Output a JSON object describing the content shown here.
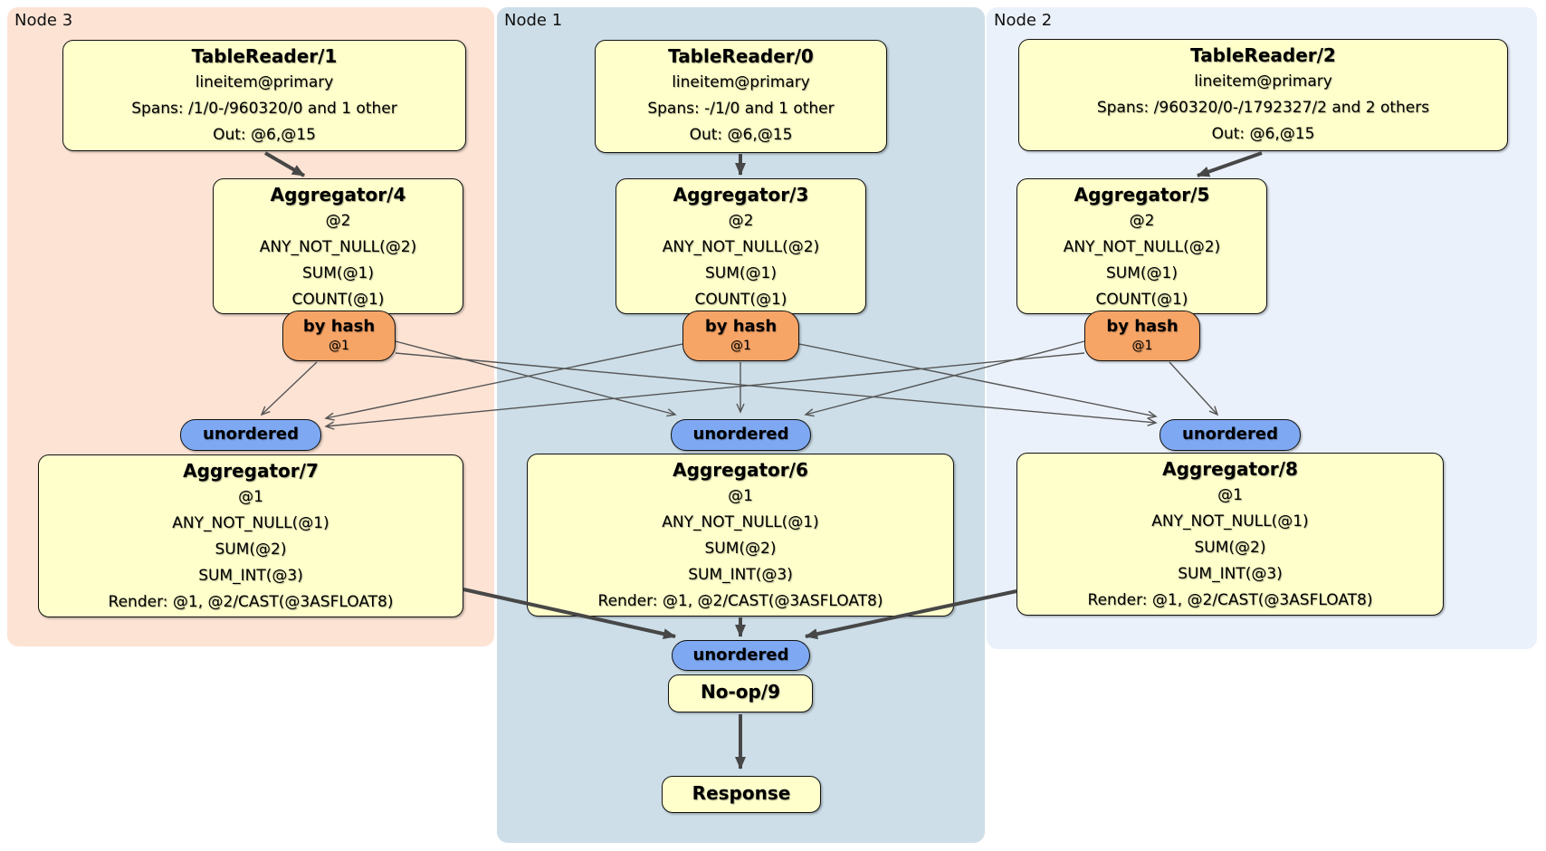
{
  "regions": [
    {
      "label": "Node 3"
    },
    {
      "label": "Node 1"
    },
    {
      "label": "Node 2"
    }
  ],
  "boxes": {
    "tr1": {
      "title": "TableReader/1",
      "lines": [
        "lineitem@primary",
        "Spans: /1/0-/960320/0 and 1 other",
        "Out: @6,@15"
      ]
    },
    "tr0": {
      "title": "TableReader/0",
      "lines": [
        "lineitem@primary",
        "Spans: -/1/0 and 1 other",
        "Out: @6,@15"
      ]
    },
    "tr2": {
      "title": "TableReader/2",
      "lines": [
        "lineitem@primary",
        "Spans: /960320/0-/1792327/2 and 2 others",
        "Out: @6,@15"
      ]
    },
    "agg4": {
      "title": "Aggregator/4",
      "lines": [
        "@2",
        "ANY_NOT_NULL(@2)",
        "SUM(@1)",
        "COUNT(@1)"
      ]
    },
    "agg3": {
      "title": "Aggregator/3",
      "lines": [
        "@2",
        "ANY_NOT_NULL(@2)",
        "SUM(@1)",
        "COUNT(@1)"
      ]
    },
    "agg5": {
      "title": "Aggregator/5",
      "lines": [
        "@2",
        "ANY_NOT_NULL(@2)",
        "SUM(@1)",
        "COUNT(@1)"
      ]
    },
    "agg7": {
      "title": "Aggregator/7",
      "lines": [
        "@1",
        "ANY_NOT_NULL(@1)",
        "SUM(@2)",
        "SUM_INT(@3)",
        "Render: @1, @2/CAST(@3ASFLOAT8)"
      ]
    },
    "agg6": {
      "title": "Aggregator/6",
      "lines": [
        "@1",
        "ANY_NOT_NULL(@1)",
        "SUM(@2)",
        "SUM_INT(@3)",
        "Render: @1, @2/CAST(@3ASFLOAT8)"
      ]
    },
    "agg8": {
      "title": "Aggregator/8",
      "lines": [
        "@1",
        "ANY_NOT_NULL(@1)",
        "SUM(@2)",
        "SUM_INT(@3)",
        "Render: @1, @2/CAST(@3ASFLOAT8)"
      ]
    },
    "noop": {
      "title": "No-op/9"
    },
    "response": {
      "title": "Response"
    }
  },
  "router": {
    "label": "by hash",
    "sub": "@1"
  },
  "sync": {
    "label": "unordered"
  },
  "edges": [
    "TableReader/1 -> Aggregator/4",
    "TableReader/0 -> Aggregator/3",
    "TableReader/2 -> Aggregator/5",
    "by hash (Node 3) -> unordered (Node 3, Node 1, Node 2)",
    "by hash (Node 1) -> unordered (Node 3, Node 1, Node 2)",
    "by hash (Node 2) -> unordered (Node 3, Node 1, Node 2)",
    "Aggregator/7 -> unordered (final)",
    "Aggregator/6 -> unordered (final)",
    "Aggregator/8 -> unordered (final)",
    "No-op/9 -> Response"
  ],
  "colors": {
    "node3_region": "#fce3d4",
    "node1_region": "#cddee8",
    "node2_region": "#ebf1fa",
    "processor_box": "#ffffcc",
    "hash_router_pill": "#f7a567",
    "sync_pill": "#7ea9f2",
    "thin_edge": "#555555",
    "thick_edge": "#474747"
  }
}
